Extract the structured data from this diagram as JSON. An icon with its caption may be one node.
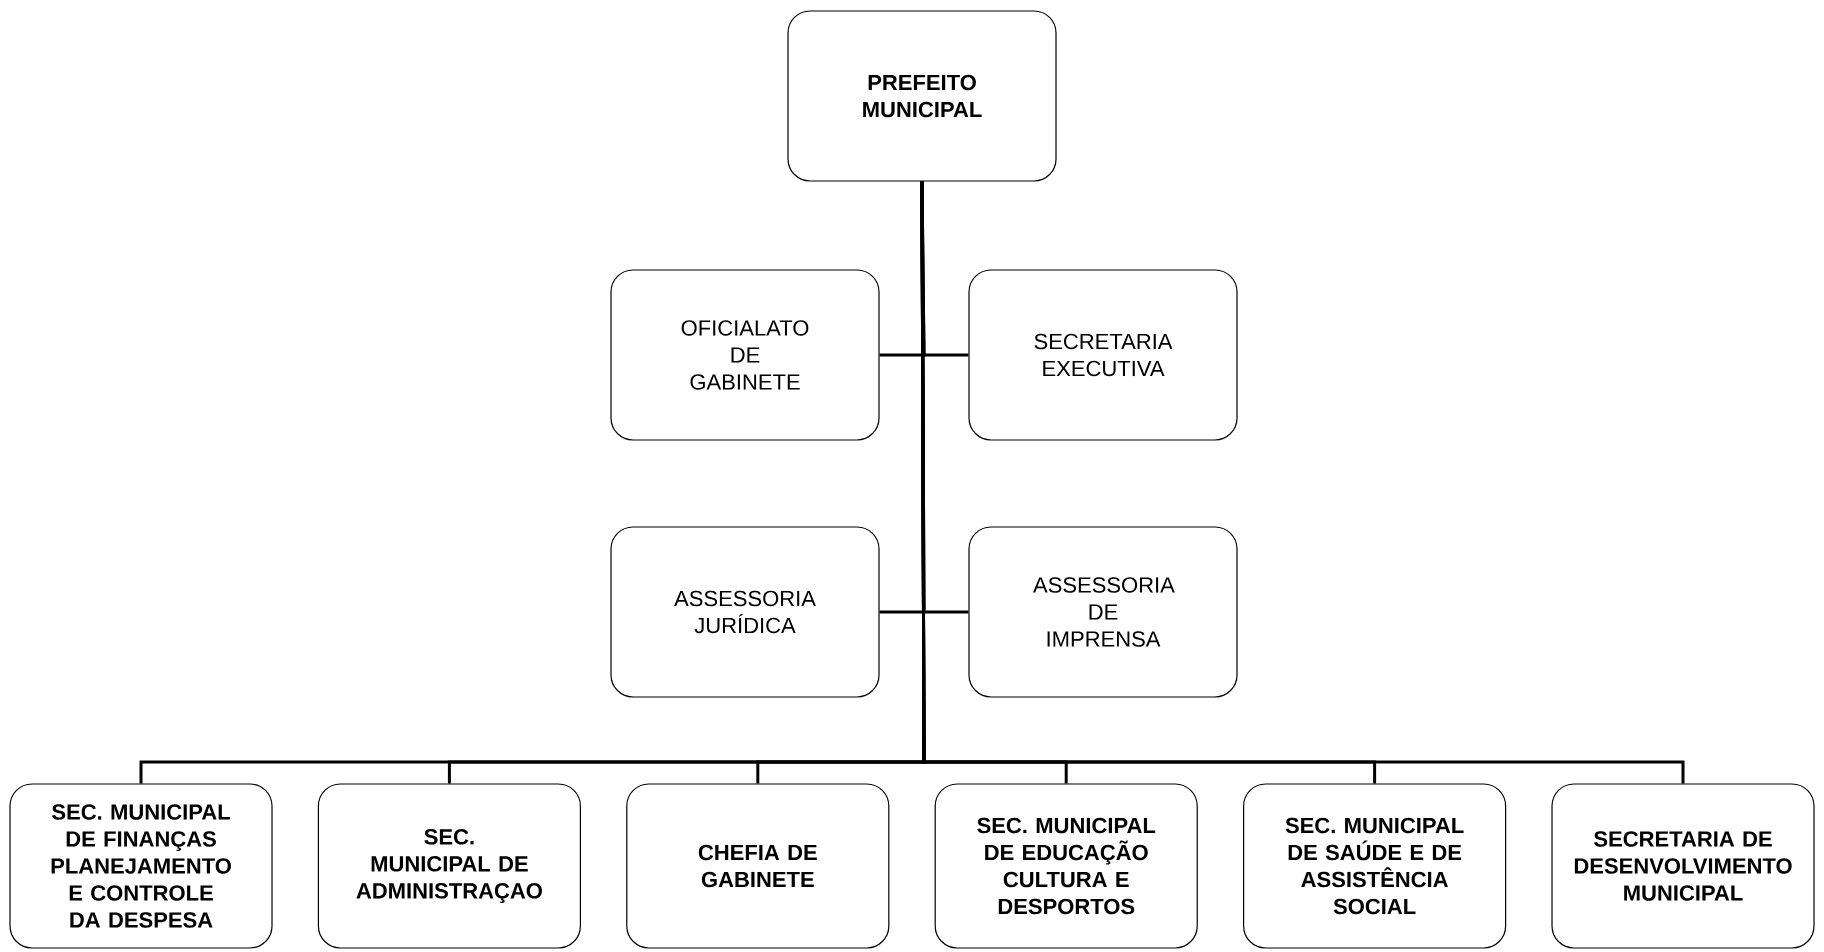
{
  "diagram": {
    "nodes": [
      {
        "text": [
          "PREFEITO MUNICIPAL"
        ]
      },
      {
        "text": [
          "OFICIALATO DE GABINETE"
        ]
      },
      {
        "text": [
          "SECRETARIA EXECUTIVA"
        ]
      },
      {
        "text": [
          "ASSESSORIA JURÍDICA"
        ]
      },
      {
        "text": [
          "ASSESSORIA DE IMPRENSA"
        ]
      },
      {
        "text": [
          "SEC. MUNICIPAL DE FINANÇAS PLANEJAMENTO E CONTROLE DA DESPESA"
        ]
      },
      {
        "text": [
          "SEC. MUNICIPAL DE ADMINISTRAÇAO"
        ]
      },
      {
        "text": [
          "CHEFIA DE GABINETE"
        ]
      },
      {
        "text": [
          "SEC. MUNICIPAL DE EDUCAÇÃO CULTURA E DESPORTOS"
        ]
      },
      {
        "text": [
          "SEC. MUNICIPAL DE SAÚDE E DE ASSISTÊNCIA SOCIAL"
        ]
      },
      {
        "text": [
          "SECRETARIA DE DESENVOLVIMENTO MUNICIPAL"
        ]
      }
    ],
    "edges": [
      {
        "from": 0,
        "to": 1,
        "arrow": "none"
      },
      {
        "from": 0,
        "to": 2,
        "arrow": "none"
      },
      {
        "from": 0,
        "to": 3,
        "arrow": "none"
      },
      {
        "from": 0,
        "to": 4,
        "arrow": "none"
      },
      {
        "from": 0,
        "to": 5,
        "arrow": "none"
      },
      {
        "from": 0,
        "to": 6,
        "arrow": "none"
      },
      {
        "from": 0,
        "to": 7,
        "arrow": "none"
      },
      {
        "from": 0,
        "to": 8,
        "arrow": "none"
      },
      {
        "from": 0,
        "to": 9,
        "arrow": "none"
      },
      {
        "from": 0,
        "to": 10,
        "arrow": "none"
      }
    ]
  }
}
